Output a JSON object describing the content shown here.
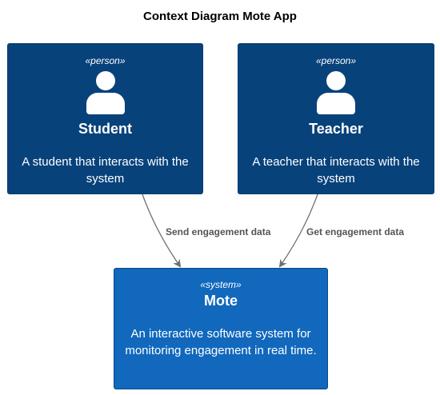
{
  "diagram": {
    "title": "Context Diagram Mote App",
    "nodes": {
      "student": {
        "stereotype": "«person»",
        "name": "Student",
        "description": "A student that interacts with the system",
        "icon": "person-icon"
      },
      "teacher": {
        "stereotype": "«person»",
        "name": "Teacher",
        "description": "A teacher that interacts with the system",
        "icon": "person-icon"
      },
      "mote": {
        "stereotype": "«system»",
        "name": "Mote",
        "description": "An interactive software system for monitoring engagement in real time."
      }
    },
    "edges": [
      {
        "from": "Student",
        "to": "Mote",
        "label": "Send engagement data"
      },
      {
        "from": "Teacher",
        "to": "Mote",
        "label": "Get engagement data"
      }
    ],
    "colors": {
      "person_fill": "#08427b",
      "system_fill": "#1168bd",
      "edge": "#707070",
      "edge_label": "#555555"
    }
  }
}
